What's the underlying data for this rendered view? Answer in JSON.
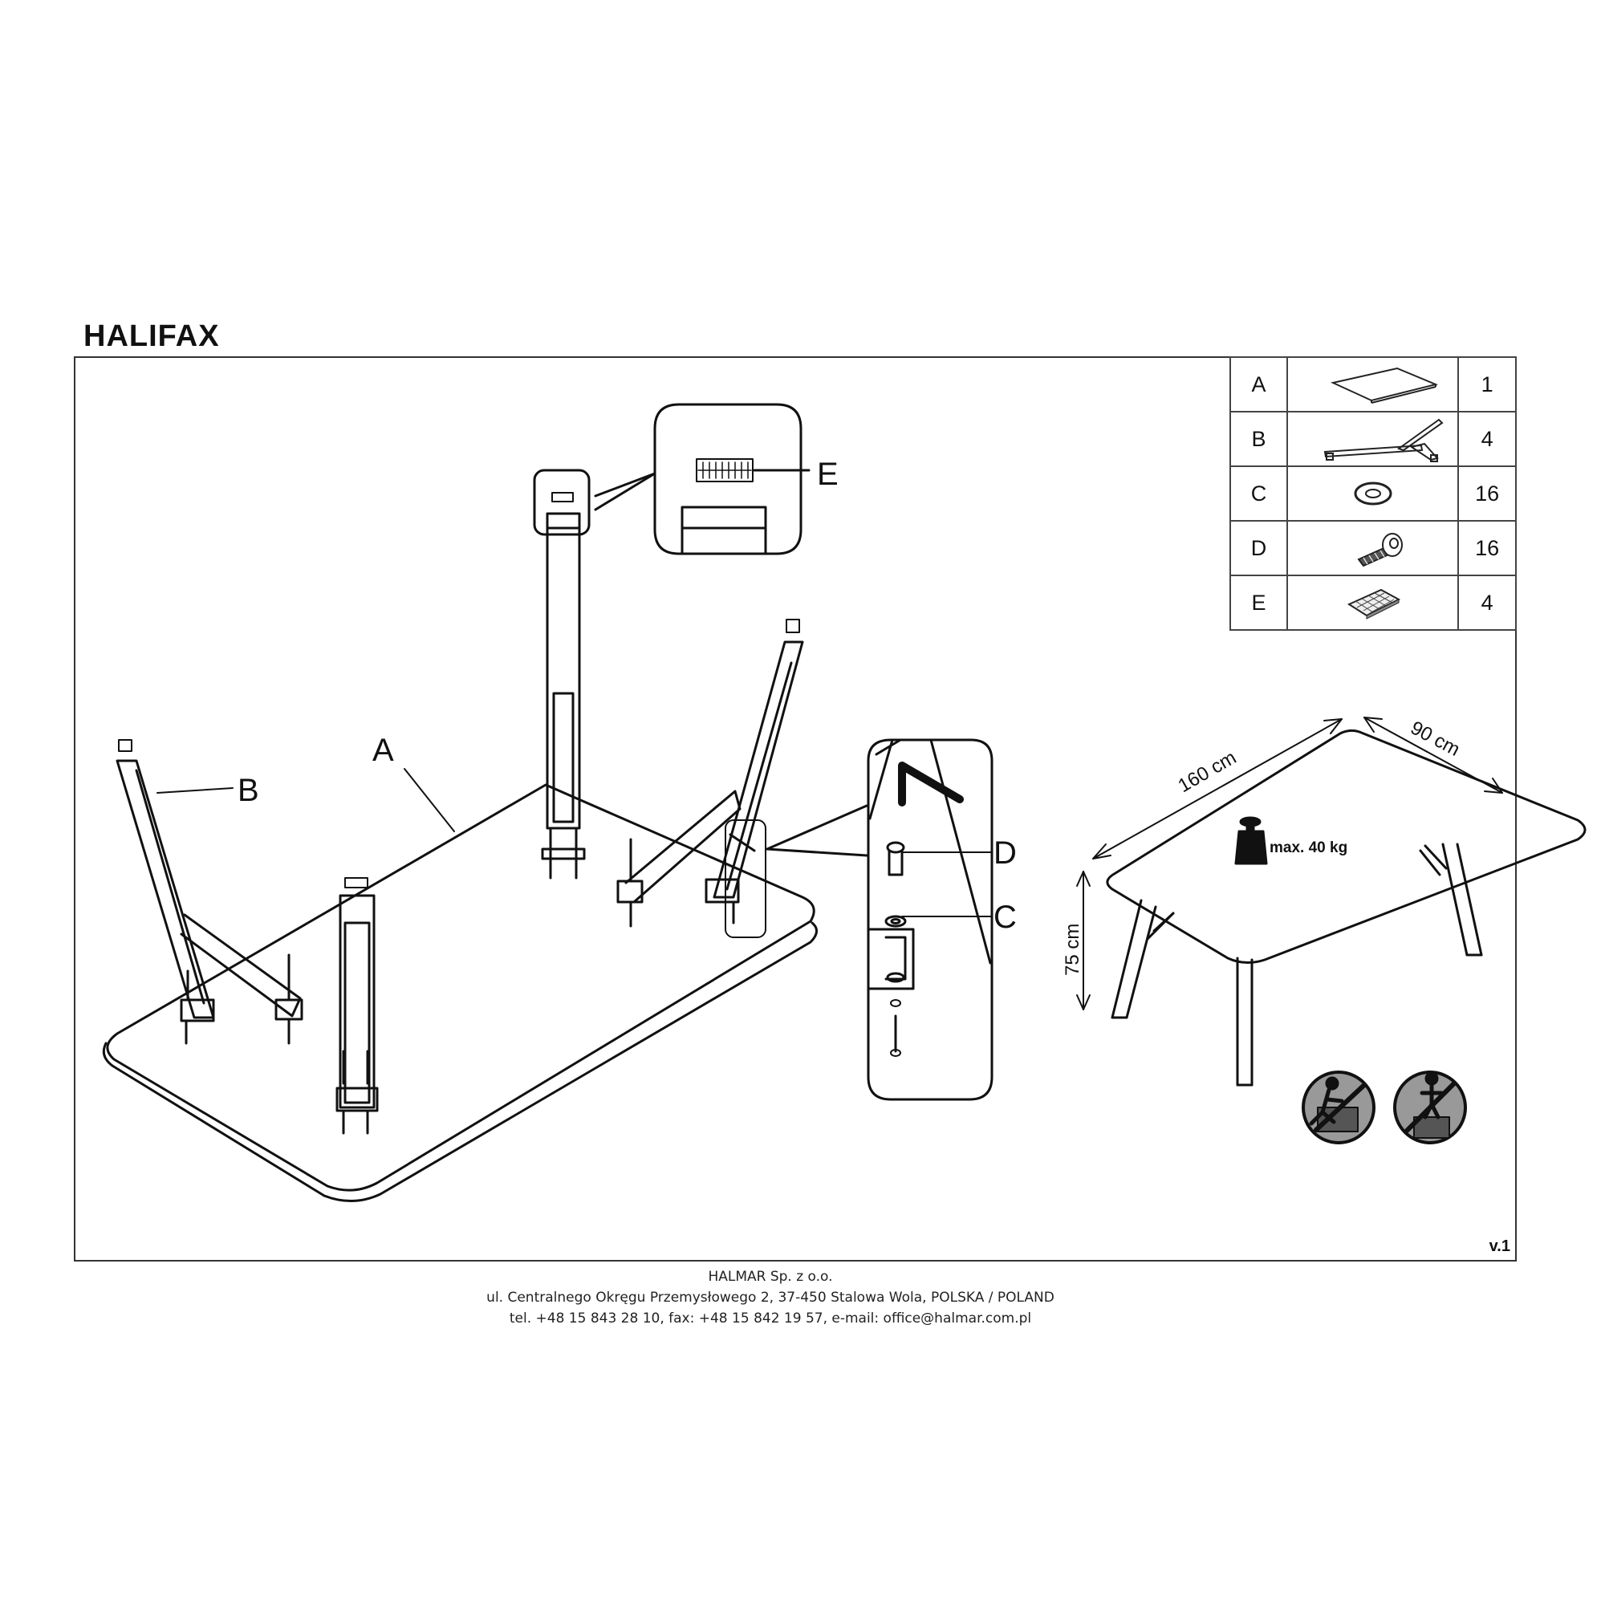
{
  "title": "HALIFAX",
  "parts": [
    {
      "letter": "A",
      "icon": "tabletop-icon",
      "qty": "1"
    },
    {
      "letter": "B",
      "icon": "leg-assembly-icon",
      "qty": "4"
    },
    {
      "letter": "C",
      "icon": "washer-icon",
      "qty": "16"
    },
    {
      "letter": "D",
      "icon": "bolt-icon",
      "qty": "16"
    },
    {
      "letter": "E",
      "icon": "felt-pad-icon",
      "qty": "4"
    }
  ],
  "callouts": {
    "a": "A",
    "b": "B",
    "c": "C",
    "d": "D",
    "e": "E"
  },
  "dimensions": {
    "length": "160 cm",
    "width": "90 cm",
    "height": "75 cm",
    "max_load": "max. 40 kg"
  },
  "version": "v.1",
  "footer": {
    "company": "HALMAR Sp. z o.o.",
    "address": "ul. Centralnego Okręgu Przemysłowego 2, 37-450 Stalowa Wola, POLSKA / POLAND",
    "contact": "tel. +48 15 843 28 10, fax: +48 15 842 19 57, e-mail: office@halmar.com.pl"
  },
  "warnings": [
    "no-climbing-icon",
    "no-standing-icon"
  ]
}
